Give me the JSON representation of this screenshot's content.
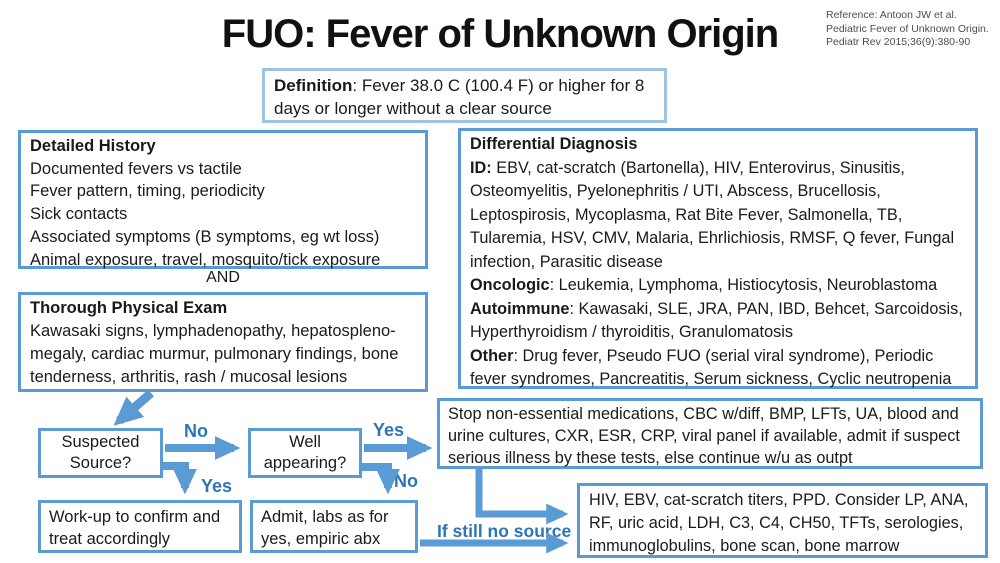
{
  "title": "FUO: Fever of Unknown Origin",
  "reference": {
    "line1": "Reference: Antoon JW et al.",
    "line2": "Pediatric Fever of Unknown Origin.",
    "line3": "Pediatr Rev 2015;36(9):380-90"
  },
  "definition": {
    "label": "Definition",
    "text": ": Fever 38.0 C (100.4 F) or higher for 8 days or longer without a clear source"
  },
  "history": {
    "title": "Detailed History",
    "lines": [
      "Documented fevers vs tactile",
      "Fever pattern, timing, periodicity",
      "Sick contacts",
      "Associated symptoms (B symptoms, eg wt loss)",
      "Animal exposure, travel, mosquito/tick exposure"
    ]
  },
  "and_label": "AND",
  "physical_exam": {
    "title": "Thorough Physical Exam",
    "text": "Kawasaki signs, lymphadenopathy, hepatospleno-megaly, cardiac murmur, pulmonary findings, bone tenderness, arthritis, rash / mucosal lesions"
  },
  "differential": {
    "title": "Differential Diagnosis",
    "sections": [
      {
        "label": "ID:",
        "text": " EBV, cat-scratch (Bartonella), HIV, Enterovirus, Sinusitis, Osteomyelitis, Pyelonephritis / UTI, Abscess, Brucellosis, Leptospirosis, Mycoplasma, Rat Bite Fever, Salmonella, TB, Tularemia, HSV, CMV, Malaria, Ehrlichiosis, RMSF, Q fever, Fungal infection, Parasitic disease"
      },
      {
        "label": "Oncologic",
        "text": ": Leukemia, Lymphoma, Histiocytosis, Neuroblastoma"
      },
      {
        "label": "Autoimmune",
        "text": ": Kawasaki, SLE, JRA, PAN, IBD, Behcet, Sarcoidosis, Hyperthyroidism / thyroiditis, Granulomatosis"
      },
      {
        "label": "Other",
        "text": ": Drug fever, Pseudo FUO (serial viral syndrome), Periodic fever syndromes, Pancreatitis, Serum sickness, Cyclic neutropenia"
      }
    ]
  },
  "flowchart": {
    "suspected_source": "Suspected Source?",
    "well_appearing": "Well appearing?",
    "workup": "Work-up to confirm and treat accordingly",
    "admit": "Admit, labs as for yes, empiric abx",
    "stop_box": "Stop non-essential medications, CBC w/diff, BMP, LFTs, UA, blood and urine cultures, CXR, ESR, CRP, viral panel if available, admit if suspect serious illness by these tests, else continue w/u as outpt",
    "further_workup": "HIV, EBV, cat-scratch titers, PPD. Consider LP, ANA, RF, uric acid, LDH, C3, C4, CH50, TFTs, serologies, immunoglobulins,  bone scan, bone marrow",
    "labels": {
      "no_source": "No",
      "yes_source": "Yes",
      "yes_well": "Yes",
      "no_well": "No",
      "if_still": "If still no source"
    }
  },
  "colors": {
    "accent_blue": "#5B9BD5",
    "label_blue": "#2E75B6",
    "text": "#1a1a1a"
  }
}
